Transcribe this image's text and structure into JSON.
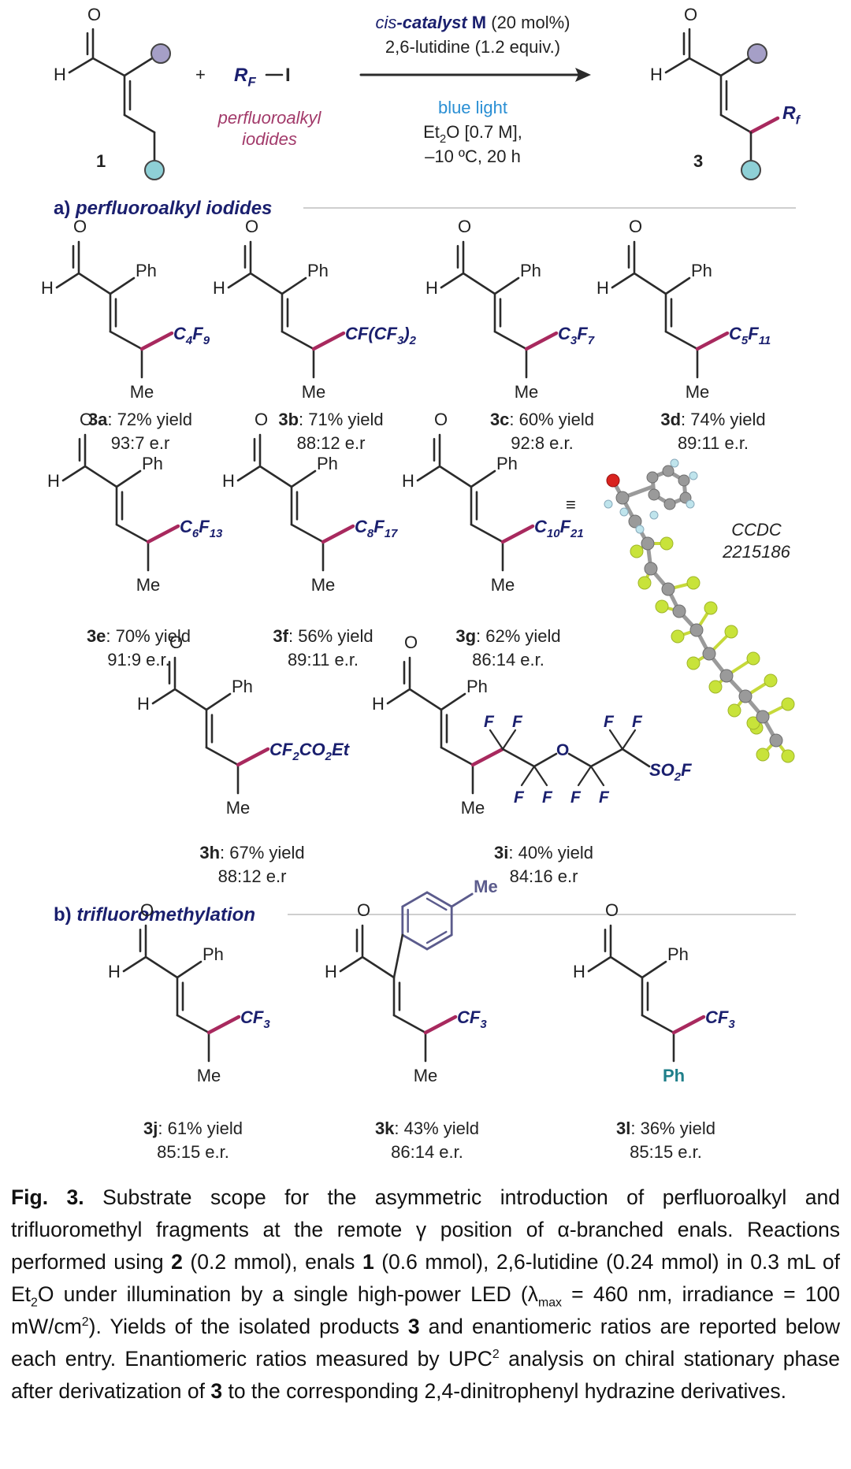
{
  "colors": {
    "accent_text": "#1a1f6e",
    "bond_highlight": "#a8295e",
    "bond": "#2b2b2b",
    "substituent_purple": "#a59fc7",
    "substituent_teal": "#8ed0d6",
    "maroon_label": "#a23a6a",
    "blue_light": "#2a8fd4",
    "tolyl_ring": "#5b5b8c",
    "ph_teal": "#1f7f8a",
    "rule": "#cfcfcf"
  },
  "reaction": {
    "sm_label": "1",
    "plus": "+",
    "reagent_rf": "R",
    "reagent_rf_sub": "F",
    "reagent_i": "I",
    "reagent_name_line1": "perfluoroalkyl",
    "reagent_name_line2": "iodides",
    "cond_catalyst_prefix": "cis",
    "cond_catalyst_mid": "-catalyst ",
    "cond_catalyst_M": "M",
    "cond_catalyst_load": " (20 mol%)",
    "cond_base": "2,6-lutidine (1.2 equiv.)",
    "cond_light": "blue light",
    "cond_solvent_pre": "Et",
    "cond_solvent_sub": "2",
    "cond_solvent_post": "O [0.7 M],",
    "cond_temp": "–10 ºC, 20 h",
    "product_label": "3",
    "product_rf": "R",
    "product_rf_sub": "f",
    "atom_O": "O",
    "atom_H": "H"
  },
  "sections": {
    "a_prefix": "a) ",
    "a_title": "perfluoroalkyl iodides",
    "b_prefix": "b) ",
    "b_title": "trifluoromethylation"
  },
  "compounds": [
    {
      "id": "3a",
      "yield": ": 72% yield",
      "er": "93:7 e.r",
      "aryl": "Ph",
      "gamma": "Me",
      "rf": [
        [
          "C",
          "n"
        ],
        [
          "4",
          "s"
        ],
        [
          "F",
          "n"
        ],
        [
          "9",
          "s"
        ]
      ]
    },
    {
      "id": "3b",
      "yield": ": 71% yield",
      "er": "88:12 e.r",
      "aryl": "Ph",
      "gamma": "Me",
      "rf": [
        [
          "CF(CF",
          "n"
        ],
        [
          "3",
          "s"
        ],
        [
          ")",
          "n"
        ],
        [
          "2",
          "s"
        ]
      ]
    },
    {
      "id": "3c",
      "yield": ": 60% yield",
      "er": "92:8 e.r.",
      "aryl": "Ph",
      "gamma": "Me",
      "rf": [
        [
          "C",
          "n"
        ],
        [
          "3",
          "s"
        ],
        [
          "F",
          "n"
        ],
        [
          "7",
          "s"
        ]
      ]
    },
    {
      "id": "3d",
      "yield": ": 74% yield",
      "er": "89:11 e.r.",
      "aryl": "Ph",
      "gamma": "Me",
      "rf": [
        [
          "C",
          "n"
        ],
        [
          "5",
          "s"
        ],
        [
          "F",
          "n"
        ],
        [
          "11",
          "s"
        ]
      ]
    },
    {
      "id": "3e",
      "yield": ": 70% yield",
      "er": "91:9 e.r.",
      "aryl": "Ph",
      "gamma": "Me",
      "rf": [
        [
          "C",
          "n"
        ],
        [
          "6",
          "s"
        ],
        [
          "F",
          "n"
        ],
        [
          "13",
          "s"
        ]
      ]
    },
    {
      "id": "3f",
      "yield": ": 56% yield",
      "er": "89:11 e.r.",
      "aryl": "Ph",
      "gamma": "Me",
      "rf": [
        [
          "C",
          "n"
        ],
        [
          "8",
          "s"
        ],
        [
          "F",
          "n"
        ],
        [
          "17",
          "s"
        ]
      ]
    },
    {
      "id": "3g",
      "yield": ": 62% yield",
      "er": "86:14 e.r.",
      "aryl": "Ph",
      "gamma": "Me",
      "rf": [
        [
          "C",
          "n"
        ],
        [
          "10",
          "s"
        ],
        [
          "F",
          "n"
        ],
        [
          "21",
          "s"
        ]
      ]
    },
    {
      "id": "3h",
      "yield": ": 67% yield",
      "er": "88:12 e.r",
      "aryl": "Ph",
      "gamma": "Me",
      "rf": [
        [
          "CF",
          "n"
        ],
        [
          "2",
          "s"
        ],
        [
          "CO",
          "n"
        ],
        [
          "2",
          "s"
        ],
        [
          "Et",
          "n"
        ]
      ]
    },
    {
      "id": "3i",
      "yield": ": 40% yield",
      "er": "84:16 e.r",
      "aryl": "Ph",
      "gamma": "Me",
      "rf": []
    },
    {
      "id": "3j",
      "yield": ": 61% yield",
      "er": "85:15 e.r.",
      "aryl": "Ph",
      "gamma": "Me",
      "rf": [
        [
          "CF",
          "n"
        ],
        [
          "3",
          "s"
        ]
      ]
    },
    {
      "id": "3k",
      "yield": ": 43% yield",
      "er": "86:14 e.r.",
      "aryl": "Me",
      "gamma": "Me",
      "rf": [
        [
          "CF",
          "n"
        ],
        [
          "3",
          "s"
        ]
      ]
    },
    {
      "id": "3l",
      "yield": ": 36% yield",
      "er": "85:15 e.r.",
      "aryl": "Ph",
      "gamma": "Ph",
      "rf": [
        [
          "CF",
          "n"
        ],
        [
          "3",
          "s"
        ]
      ]
    }
  ],
  "compound_3i": {
    "F": "F",
    "O": "O",
    "so2f": [
      [
        "SO",
        "n"
      ],
      [
        "2",
        "s"
      ],
      [
        "F",
        "n"
      ]
    ]
  },
  "crystal": {
    "equiv": "≡",
    "label_line1": "CCDC",
    "label_line2": "2215186"
  },
  "caption": {
    "fig_label": "Fig. 3.",
    "text1": " Substrate scope for the asymmetric introduction of perfluoroalkyl and trifluoromethyl fragments at the remote γ position of α-branched enals. Reactions performed using ",
    "bold2": "2",
    "text2": " (0.2 mmol), enals ",
    "bold1": "1",
    "text3": " (0.6 mmol), 2,6-lutidine (0.24 mmol) in 0.3 mL of Et",
    "sub_et": "2",
    "text4": "O under illumination by a single high-power LED (λ",
    "sub_max": "max",
    "text5": " = 460 nm, irradiance = 100 mW/cm",
    "sup_2": "2",
    "text6": "). Yields of the isolated products ",
    "bold3": "3",
    "text7": " and enantiomeric ratios are reported below each entry. Enantiomeric ratios measured by UPC",
    "sup_upc": "2",
    "text8": " analysis on chiral stationary phase after derivatization of ",
    "bold3b": "3",
    "text9": " to the corresponding 2,4-dinitrophenyl hydrazine derivatives."
  }
}
